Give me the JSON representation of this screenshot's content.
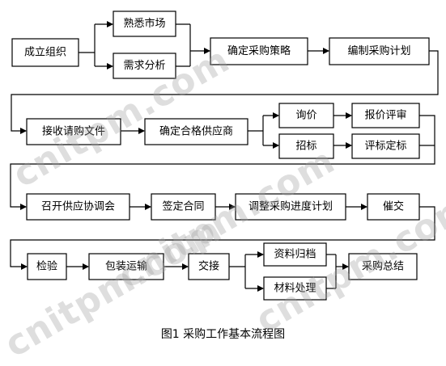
{
  "nodes": {
    "establish_org": "成立组织",
    "know_market": "熟悉市场",
    "demand_analysis": "需求分析",
    "set_strategy": "确定采购策略",
    "make_plan": "编制采购计划",
    "receive_request": "接收请购文件",
    "qualified_supplier": "确定合格供应商",
    "inquiry": "询价",
    "quote_review": "报价评审",
    "tender": "招标",
    "bid_evaluation": "评标定标",
    "supplier_meeting": "召开供应协调会",
    "sign_contract": "签定合同",
    "adjust_schedule": "调整采购进度计划",
    "expedite": "催交",
    "inspection": "检验",
    "packing_transport": "包装运输",
    "delivery": "交接",
    "archive_docs": "资料归档",
    "material_handling": "材料处理",
    "summary": "采购总结"
  },
  "caption": "图1    采购工作基本流程图",
  "watermark": "cnitpm.com",
  "colors": {
    "line": "#000000",
    "box_fill": "#ffffff",
    "text": "#000000"
  }
}
